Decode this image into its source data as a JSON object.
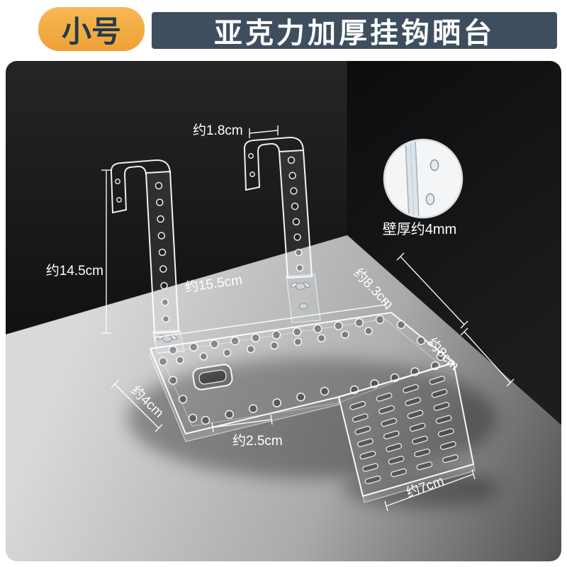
{
  "header": {
    "size_badge": "小号",
    "title": "亚克力加厚挂钩晒台",
    "badge_bg": "#f3a93c",
    "badge_text_color": "#1f3c4c",
    "banner_bg": "#3f4e5f",
    "banner_text_color": "#ffffff"
  },
  "scene": {
    "wall_color": "#17181b",
    "floor_light": "#d8d9da",
    "floor_dark": "#5c5e60",
    "product_material": "transparent-acrylic"
  },
  "dimensions": {
    "hook_opening": "约1.8cm",
    "hanger_height": "约14.5cm",
    "platform_length": "约15.5cm",
    "platform_depth": "约8.3cm",
    "right_side": "约8cm",
    "left_side": "约4cm",
    "front_edge": "约2.5cm",
    "ramp_length": "约7cm"
  },
  "detail_inset": {
    "label": "壁厚约4mm"
  }
}
